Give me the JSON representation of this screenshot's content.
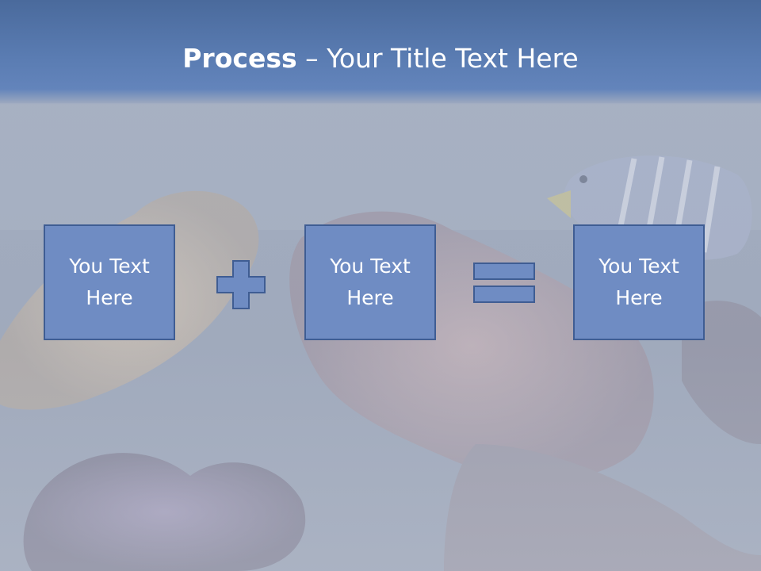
{
  "title": {
    "bold": "Process",
    "rest": " – Your Title Text Here"
  },
  "boxes": [
    {
      "text": "You Text Here"
    },
    {
      "text": "You Text Here"
    },
    {
      "text": "You Text Here"
    }
  ],
  "operators": [
    "plus",
    "equals"
  ],
  "colors": {
    "title_band": "#5a7cb2",
    "box_fill": "#6f8cc3",
    "box_border": "#3f5d93",
    "text": "#ffffff"
  }
}
